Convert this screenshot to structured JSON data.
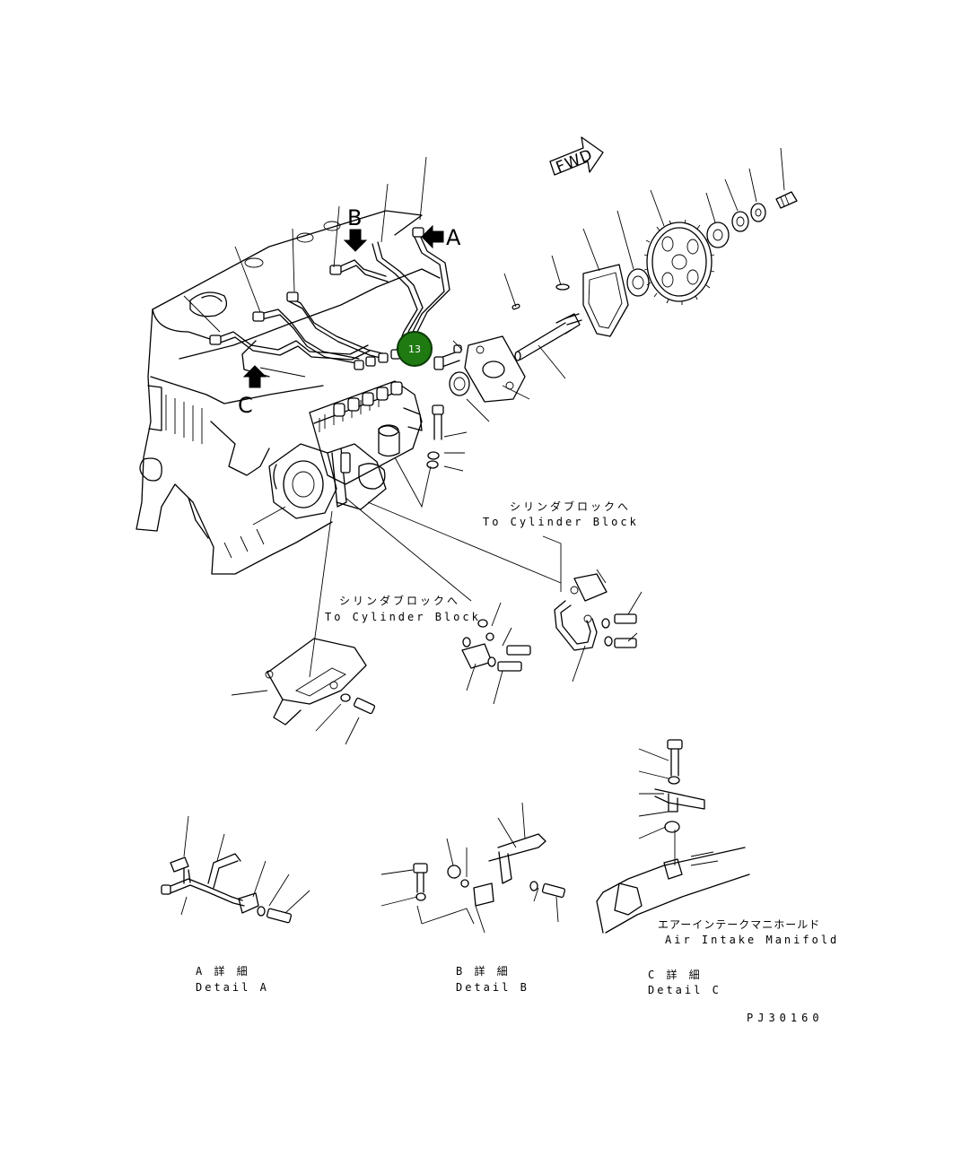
{
  "callout": {
    "label": "13"
  },
  "fwd_label": "FWD",
  "view_markers": {
    "a": "A",
    "b": "B",
    "c": "C"
  },
  "annotations": {
    "cyl1_jp": "シリンダブロックへ",
    "cyl1_en": "To Cylinder Block",
    "cyl2_jp": "シリンダブロックへ",
    "cyl2_en": "To Cylinder Block",
    "air_jp": "エアーインテークマニホールド",
    "air_en": "Air Intake Manifold"
  },
  "details": {
    "a": {
      "jp": "A 詳 細",
      "en": "Detail A"
    },
    "b": {
      "jp": "B 詳 細",
      "en": "Detail B"
    },
    "c": {
      "jp": "C 詳 細",
      "en": "Detail C"
    }
  },
  "drawing_number": "PJ30160"
}
